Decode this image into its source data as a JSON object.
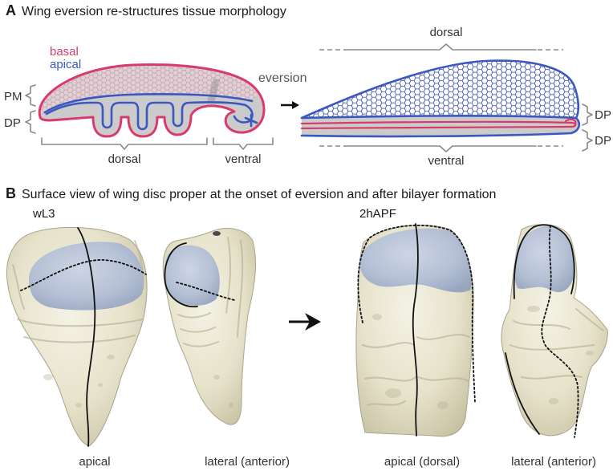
{
  "colors": {
    "basal": "#d93a6c",
    "apical": "#3b57c0",
    "tissue_gray": "#cbcbcb",
    "pm_fill": "#e5cdd4",
    "mesh_line": "#2e48a6",
    "surface_beige": "#e6e2ca",
    "apical_surface_blue": "#b5c0d5",
    "outline_black": "#111111",
    "bracket_gray": "#8a8a8a"
  },
  "panel_a": {
    "letter": "A",
    "title": "Wing eversion re-structures tissue morphology",
    "legend": {
      "basal": "basal",
      "apical": "apical"
    },
    "left": {
      "pm_label": "PM",
      "dp_label": "DP",
      "dorsal": "dorsal",
      "ventral": "ventral"
    },
    "arrow_label": "eversion",
    "right": {
      "dorsal": "dorsal",
      "ventral": "ventral",
      "dp_top": "DP",
      "dp_bottom": "DP"
    }
  },
  "panel_b": {
    "letter": "B",
    "title": "Surface view of wing disc proper at the onset of eversion and after bilayer formation",
    "stages": [
      {
        "label": "wL3",
        "views": [
          "apical",
          "lateral (anterior)"
        ]
      },
      {
        "label": "2hAPF",
        "views": [
          "apical (dorsal)",
          "lateral (anterior)"
        ]
      }
    ]
  }
}
